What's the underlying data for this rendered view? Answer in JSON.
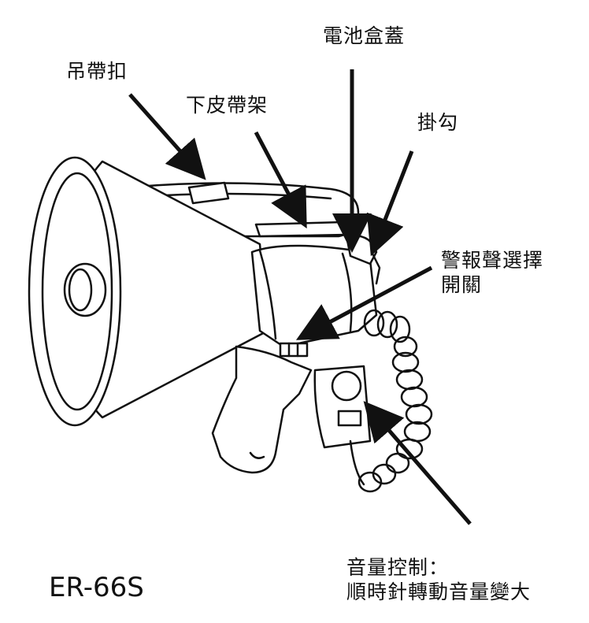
{
  "labels": {
    "strap_buckle": "吊帶扣",
    "lower_strap_holder": "下皮帶架",
    "battery_cover": "電池盒蓋",
    "hook": "掛勾",
    "alarm_switch_line1": "警報聲選擇",
    "alarm_switch_line2": "開關",
    "volume_line1": "音量控制：",
    "volume_line2": "順時針轉動音量變大"
  },
  "model": "ER-66S",
  "colors": {
    "ink": "#111111",
    "fill": "#ffffff"
  }
}
